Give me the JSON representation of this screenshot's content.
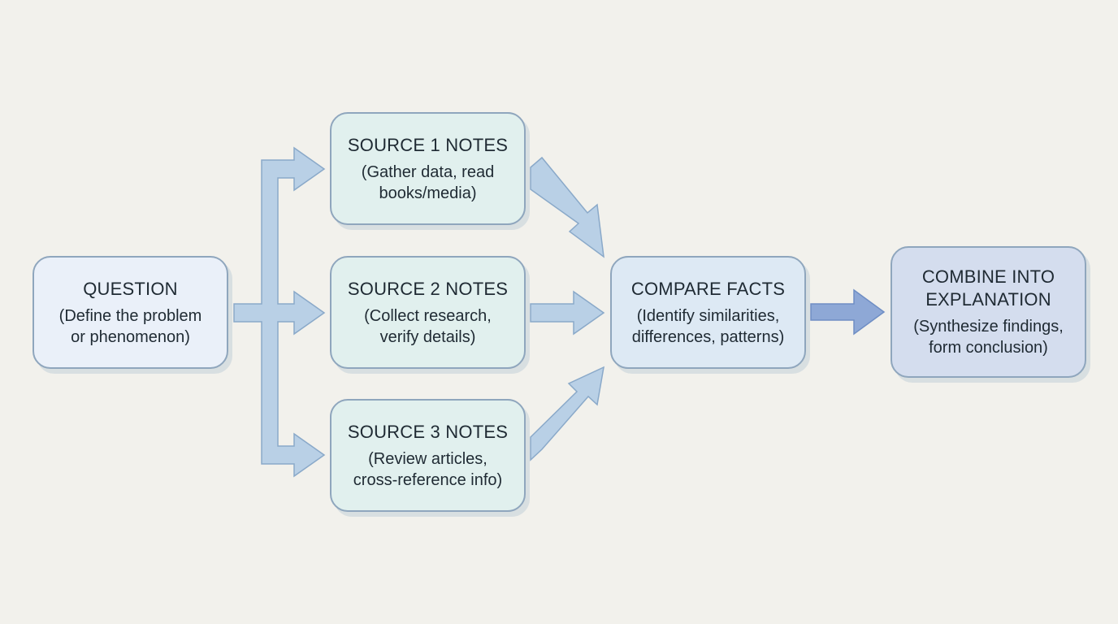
{
  "nodes": {
    "question": {
      "title": "QUESTION",
      "desc": "(Define the problem\nor phenomenon)"
    },
    "source1": {
      "title": "SOURCE 1 NOTES",
      "desc": "(Gather data, read\nbooks/media)"
    },
    "source2": {
      "title": "SOURCE 2 NOTES",
      "desc": "(Collect research,\nverify details)"
    },
    "source3": {
      "title": "SOURCE 3 NOTES",
      "desc": "(Review articles,\ncross-reference info)"
    },
    "compare": {
      "title": "COMPARE FACTS",
      "desc": "(Identify similarities,\ndifferences, patterns)"
    },
    "combine": {
      "title": "COMBINE INTO\nEXPLANATION",
      "desc": "(Synthesize findings,\nform conclusion)"
    }
  },
  "edges": [
    {
      "from": "question",
      "to": "source1"
    },
    {
      "from": "question",
      "to": "source2"
    },
    {
      "from": "question",
      "to": "source3"
    },
    {
      "from": "source1",
      "to": "compare"
    },
    {
      "from": "source2",
      "to": "compare"
    },
    {
      "from": "source3",
      "to": "compare"
    },
    {
      "from": "compare",
      "to": "combine"
    }
  ],
  "colors": {
    "arrow_fill": "#b9d0e6",
    "arrow_stroke": "#8aa9c9",
    "final_arrow_fill": "#8ea8d6",
    "final_arrow_stroke": "#6f8ec4",
    "box_border": "#8fa6bd"
  }
}
